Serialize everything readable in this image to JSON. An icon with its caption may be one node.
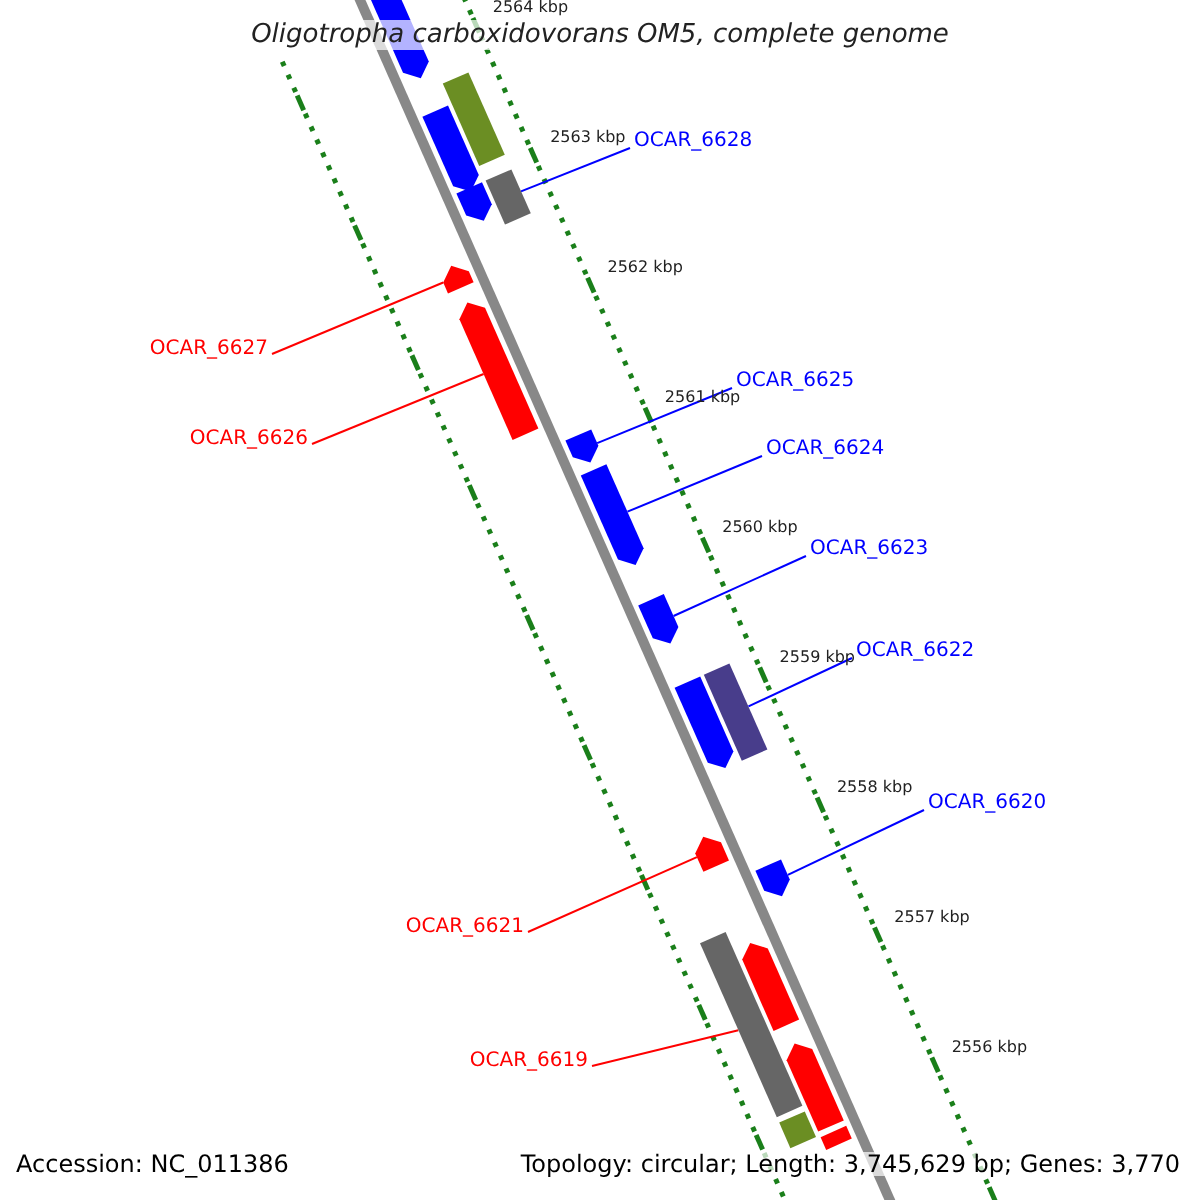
{
  "diagram": {
    "title": "Oligotropha carboxidovorans OM5, complete genome",
    "nodes": [
      {
        "text": [
          "OCAR_6628"
        ]
      },
      {
        "text": [],
        "shape": "bar"
      },
      {
        "text": [
          "OCAR_6627"
        ]
      },
      {
        "text": [],
        "shape": "bar"
      },
      {
        "text": [
          "OCAR_6626"
        ]
      },
      {
        "text": [],
        "shape": "bar"
      },
      {
        "text": [
          "OCAR_6625"
        ]
      },
      {
        "text": [],
        "shape": "bar"
      },
      {
        "text": [
          "OCAR_6624"
        ]
      },
      {
        "text": [],
        "shape": "bar"
      },
      {
        "text": [
          "OCAR_6623"
        ]
      },
      {
        "text": [],
        "shape": "bar"
      },
      {
        "text": [
          "OCAR_6622"
        ]
      },
      {
        "text": [],
        "shape": "bar"
      },
      {
        "text": [
          "OCAR_6620"
        ]
      },
      {
        "text": [],
        "shape": "bar"
      },
      {
        "text": [
          "OCAR_6621"
        ]
      },
      {
        "text": [],
        "shape": "bar"
      },
      {
        "text": [
          "OCAR_6619"
        ]
      },
      {
        "text": [],
        "shape": "bar"
      },
      {
        "text": [],
        "shape": "bar"
      },
      {
        "text": [],
        "shape": "bar"
      },
      {
        "text": [],
        "shape": "bar"
      },
      {
        "text": [],
        "shape": "bar"
      },
      {
        "text": [],
        "shape": "bar"
      },
      {
        "text": [],
        "shape": "bar"
      },
      {
        "text": [],
        "shape": "bar"
      },
      {
        "text": [],
        "shape": "bar"
      },
      {
        "text": [],
        "shape": "bar"
      }
    ],
    "edges": [
      {
        "from": 0,
        "to": 1,
        "arrow": "none"
      },
      {
        "from": 2,
        "to": 3,
        "arrow": "none",
        "color": "#ff0000"
      },
      {
        "from": 4,
        "to": 5,
        "arrow": "none",
        "color": "#ff0000"
      },
      {
        "from": 6,
        "to": 7,
        "arrow": "none"
      },
      {
        "from": 8,
        "to": 9,
        "arrow": "none"
      },
      {
        "from": 10,
        "to": 11,
        "arrow": "none"
      },
      {
        "from": 12,
        "to": 13,
        "arrow": "none"
      },
      {
        "from": 14,
        "to": 15,
        "arrow": "none"
      },
      {
        "from": 16,
        "to": 17,
        "arrow": "none",
        "color": "#ff0000"
      },
      {
        "from": 18,
        "to": 19,
        "arrow": "none",
        "color": "#ff0000"
      }
    ],
    "labels": [
      "2564 kbp",
      "2563 kbp",
      "2562 kbp",
      "2561 kbp",
      "2560 kbp",
      "2559 kbp",
      "2558 kbp",
      "2557 kbp",
      "2556 kbp",
      "Accession: NC_011386",
      "Topology: circular; Length: 3,745,629 bp; Genes: 3,770"
    ]
  }
}
